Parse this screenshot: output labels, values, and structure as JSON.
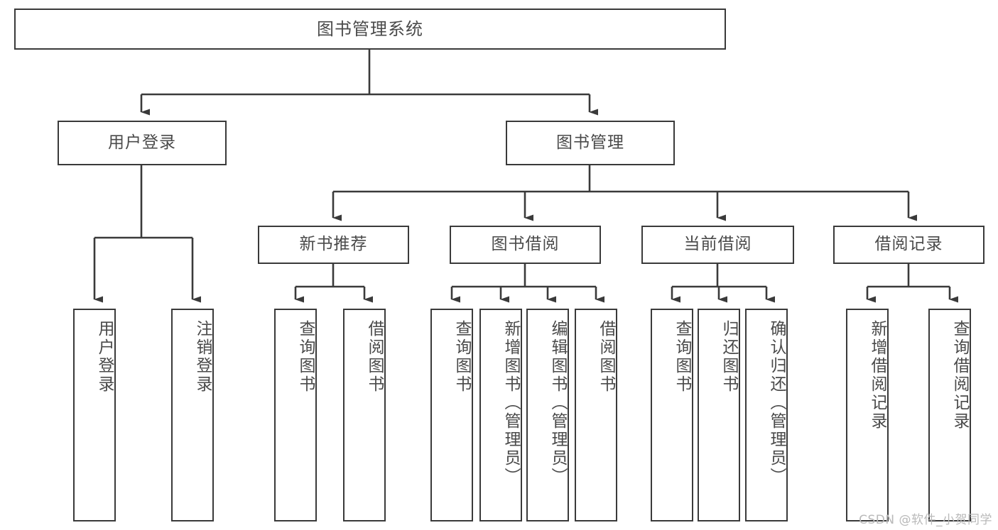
{
  "diagram": {
    "title": "图书管理系统",
    "type": "tree",
    "watermark": "CSDN @软件_小贺同学",
    "colors": {
      "box_border": "#3a3a3a",
      "box_fill": "#ffffff",
      "text": "#4a4a4a",
      "connector": "#3a3a3a",
      "watermark": "#b9b9b9",
      "background": "#ffffff"
    },
    "root": {
      "label": "图书管理系统",
      "orientation": "horizontal"
    },
    "level2": [
      {
        "label": "用户登录",
        "orientation": "horizontal"
      },
      {
        "label": "图书管理",
        "orientation": "horizontal"
      }
    ],
    "level3": [
      {
        "label": "新书推荐",
        "orientation": "horizontal",
        "parent": "图书管理"
      },
      {
        "label": "图书借阅",
        "orientation": "horizontal",
        "parent": "图书管理"
      },
      {
        "label": "当前借阅",
        "orientation": "horizontal",
        "parent": "图书管理"
      },
      {
        "label": "借阅记录",
        "orientation": "horizontal",
        "parent": "图书管理"
      }
    ],
    "leaves": {
      "user_login": [
        {
          "label": "用户登录",
          "orientation": "vertical"
        },
        {
          "label": "注销登录",
          "orientation": "vertical"
        }
      ],
      "new_book_recommend": [
        {
          "label": "查询图书",
          "orientation": "vertical"
        },
        {
          "label": "借阅图书",
          "orientation": "vertical"
        }
      ],
      "book_borrow": [
        {
          "label": "查询图书",
          "orientation": "vertical"
        },
        {
          "label": "新增图书（管理员）",
          "orientation": "vertical"
        },
        {
          "label": "编辑图书（管理员）",
          "orientation": "vertical"
        },
        {
          "label": "借阅图书",
          "orientation": "vertical"
        }
      ],
      "current_borrow": [
        {
          "label": "查询图书",
          "orientation": "vertical"
        },
        {
          "label": "归还图书",
          "orientation": "vertical"
        },
        {
          "label": "确认归还（管理员）",
          "orientation": "vertical"
        }
      ],
      "borrow_record": [
        {
          "label": "新增借阅记录",
          "orientation": "vertical"
        },
        {
          "label": "查询借阅记录",
          "orientation": "vertical"
        }
      ]
    }
  }
}
